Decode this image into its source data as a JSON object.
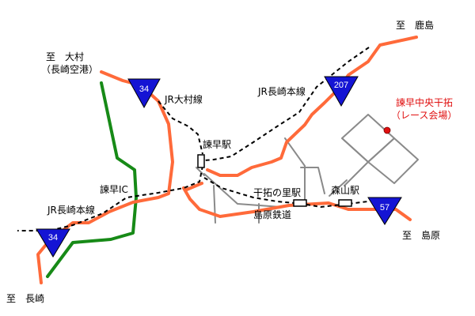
{
  "destinations": {
    "kashima": "至　鹿島",
    "omura": "至　大村",
    "nagasaki_airport": "（長崎空港）",
    "nagasaki": "至　長崎",
    "shimabara": "至　島原"
  },
  "rail_lines": {
    "jr_omura": "JR大村線",
    "jr_nagasaki_main_east": "JR長崎本線",
    "jr_nagasaki_main_west": "JR長崎本線",
    "shimabara_railway": "島原鉄道"
  },
  "stations": {
    "isahaya": "諫早駅",
    "kantaku_no_sato": "干拓の里駅",
    "moriyama": "森山駅"
  },
  "interchange": "諫早IC",
  "venue": {
    "name": "諫早中央干拓",
    "note": "（レース会場）",
    "color": "#e01010"
  },
  "route_shields": {
    "r34_north": "34",
    "r207": "207",
    "r34_south": "34",
    "r57": "57"
  },
  "colors": {
    "national_route": "#ff6a3a",
    "expressway": "#178a17",
    "shield": "#1414d4",
    "local_road": "#8a8a8a"
  }
}
